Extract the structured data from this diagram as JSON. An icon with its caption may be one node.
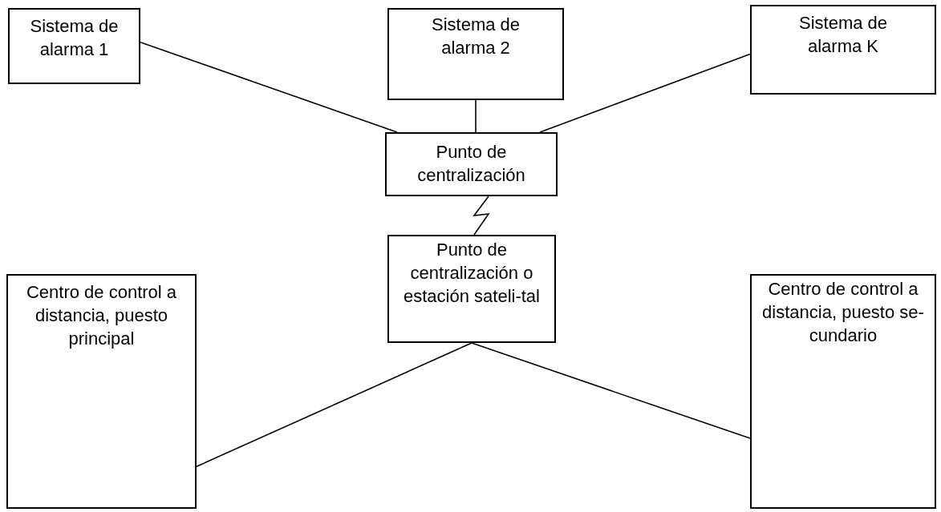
{
  "diagram": {
    "nodes": [
      {
        "text": [
          "Sistema de alarma 1"
        ]
      },
      {
        "text": [
          "Sistema de alarma 2"
        ]
      },
      {
        "text": [
          "Sistema de alarma K"
        ]
      },
      {
        "text": [
          "Punto de centralización"
        ]
      },
      {
        "text": [
          "Punto de centralización o estación sateli-tal"
        ]
      },
      {
        "text": [
          "Centro de control a distancia, puesto principal"
        ]
      },
      {
        "text": [
          "Centro de control a distancia, puesto se-cundario"
        ]
      }
    ],
    "edges": [
      {
        "from": 0,
        "to": 3,
        "arrow": "none"
      },
      {
        "from": 1,
        "to": 3,
        "arrow": "none"
      },
      {
        "from": 2,
        "to": 3,
        "arrow": "none"
      },
      {
        "from": 3,
        "to": 4,
        "arrow": "none"
      },
      {
        "from": 4,
        "to": 5,
        "arrow": "none"
      },
      {
        "from": 4,
        "to": 6,
        "arrow": "none"
      }
    ]
  }
}
